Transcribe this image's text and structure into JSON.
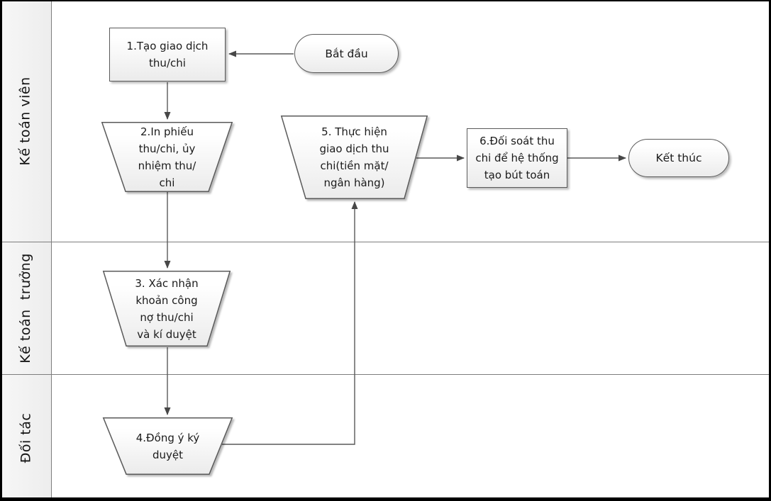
{
  "diagram": {
    "type": "swimlane-flowchart",
    "lanes": [
      {
        "id": "lane-1",
        "label": "Kế toán viên"
      },
      {
        "id": "lane-2",
        "label": "Kế toán  trưởng"
      },
      {
        "id": "lane-3",
        "label": "Đối tác"
      }
    ],
    "nodes": {
      "start": {
        "type": "terminator",
        "label": "Bắt đầu",
        "lane": "lane-1"
      },
      "step1": {
        "type": "process",
        "label": [
          "1.Tạo giao dịch",
          "thu/chi"
        ],
        "lane": "lane-1"
      },
      "step2": {
        "type": "manual-operation",
        "label": [
          "2.In phiếu",
          "thu/chi, ủy",
          "nhiệm thu/",
          "chi"
        ],
        "lane": "lane-1"
      },
      "step3": {
        "type": "manual-operation",
        "label": [
          "3. Xác nhận",
          "khoản công",
          "nợ thu/chi",
          "và kí duyệt"
        ],
        "lane": "lane-2"
      },
      "step4": {
        "type": "manual-operation",
        "label": [
          "4.Đồng ý ký",
          "duyệt"
        ],
        "lane": "lane-3"
      },
      "step5": {
        "type": "manual-operation",
        "label": [
          "5. Thực hiện",
          "giao dịch thu",
          "chi(tiền mặt/",
          "ngân hàng)"
        ],
        "lane": "lane-1"
      },
      "step6": {
        "type": "process",
        "label": [
          "6.Đối soát thu",
          "chi để hệ thống",
          "tạo bút toán"
        ],
        "lane": "lane-1"
      },
      "end": {
        "type": "terminator",
        "label": "Kết thúc",
        "lane": "lane-1"
      }
    },
    "edges": [
      {
        "from": "start",
        "to": "step1",
        "direction": "left"
      },
      {
        "from": "step1",
        "to": "step2",
        "direction": "down"
      },
      {
        "from": "step2",
        "to": "step3",
        "direction": "down"
      },
      {
        "from": "step3",
        "to": "step4",
        "direction": "down"
      },
      {
        "from": "step4",
        "to": "step5",
        "direction": "right-then-up"
      },
      {
        "from": "step5",
        "to": "step6",
        "direction": "right"
      },
      {
        "from": "step6",
        "to": "end",
        "direction": "right"
      }
    ],
    "colors": {
      "outer_border": "#000000",
      "lane_line": "#7d7d7d",
      "shape_border": "#5a5a5a",
      "shape_fill_top": "#ffffff",
      "shape_fill_bottom": "#ebebeb",
      "connector": "#595959",
      "arrowhead": "#474747",
      "text": "#1b1b1b",
      "label_column_fill": "#f2f2f2"
    }
  }
}
